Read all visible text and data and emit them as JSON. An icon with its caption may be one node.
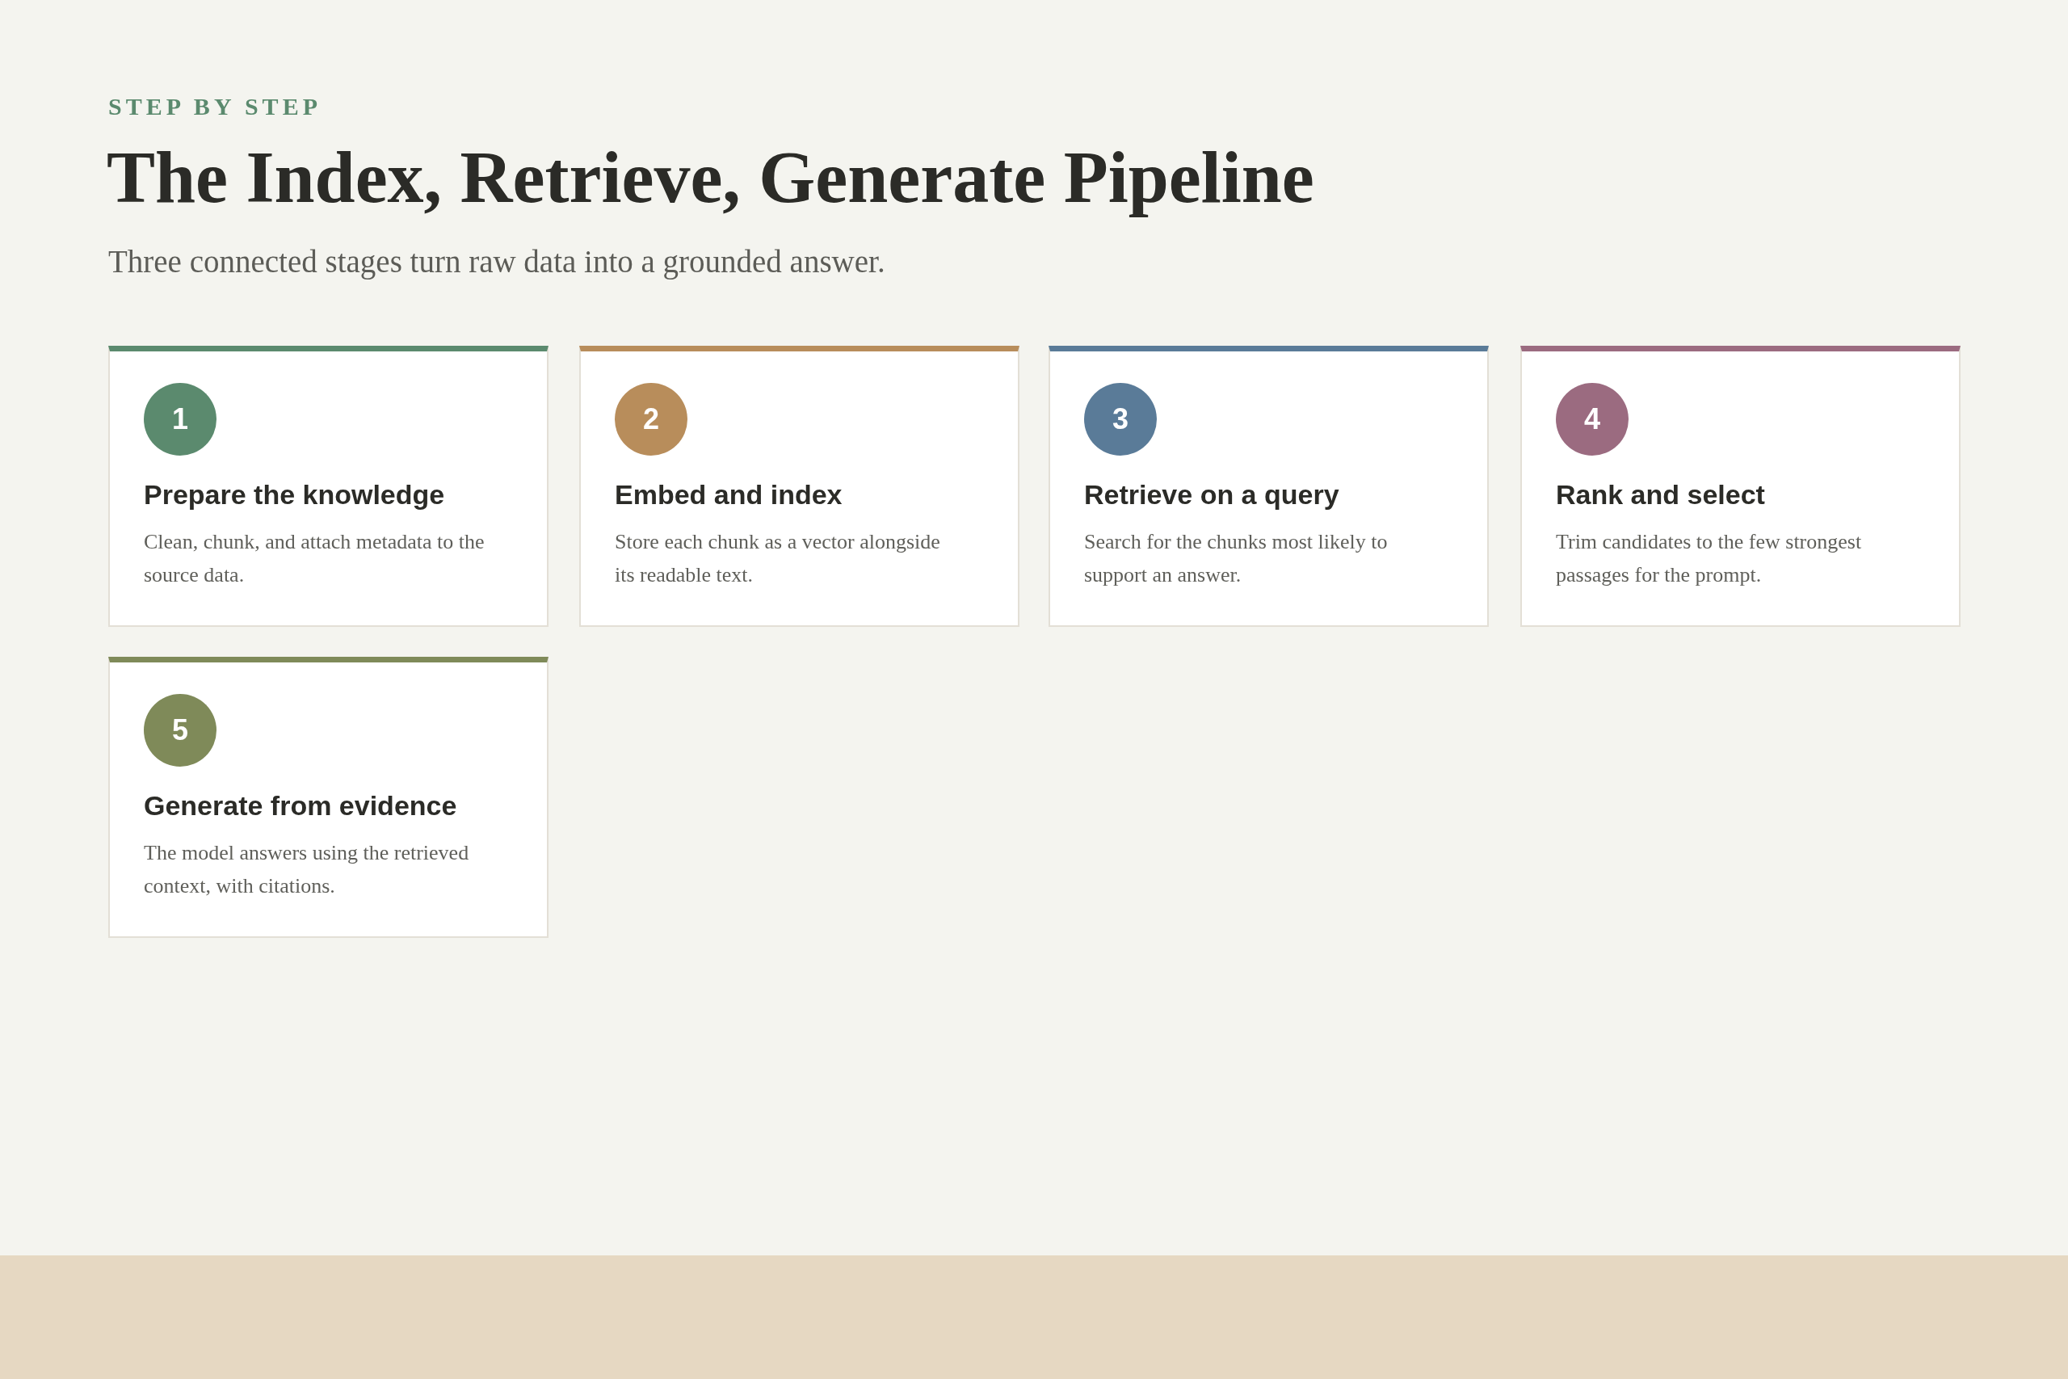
{
  "diagram": {
    "title": "The Index, Retrieve, Generate Pipeline",
    "nodes": [
      {
        "text": [
          "Prepare the knowledge",
          "Clean, chunk, and attach metadata to the source data."
        ]
      },
      {
        "text": [
          "1"
        ],
        "in": 0
      },
      {
        "text": [
          "Embed and index",
          "Store each chunk as a vector alongside its readable text."
        ]
      },
      {
        "text": [
          "2"
        ],
        "in": 2
      },
      {
        "text": [
          "Retrieve on a query",
          "Search for the chunks most likely to support an answer."
        ]
      },
      {
        "text": [
          "3"
        ],
        "in": 4
      },
      {
        "text": [
          "Rank and select",
          "Trim candidates to the few strongest passages for the prompt."
        ]
      },
      {
        "text": [
          "4"
        ],
        "in": 6
      },
      {
        "text": [
          "Generate from evidence",
          "The model answers using the retrieved context, with citations."
        ]
      },
      {
        "text": [
          "5"
        ],
        "in": 8
      }
    ],
    "labels": [
      "STEP BY STEP",
      "Three connected stages turn raw data into a grounded answer."
    ]
  }
}
